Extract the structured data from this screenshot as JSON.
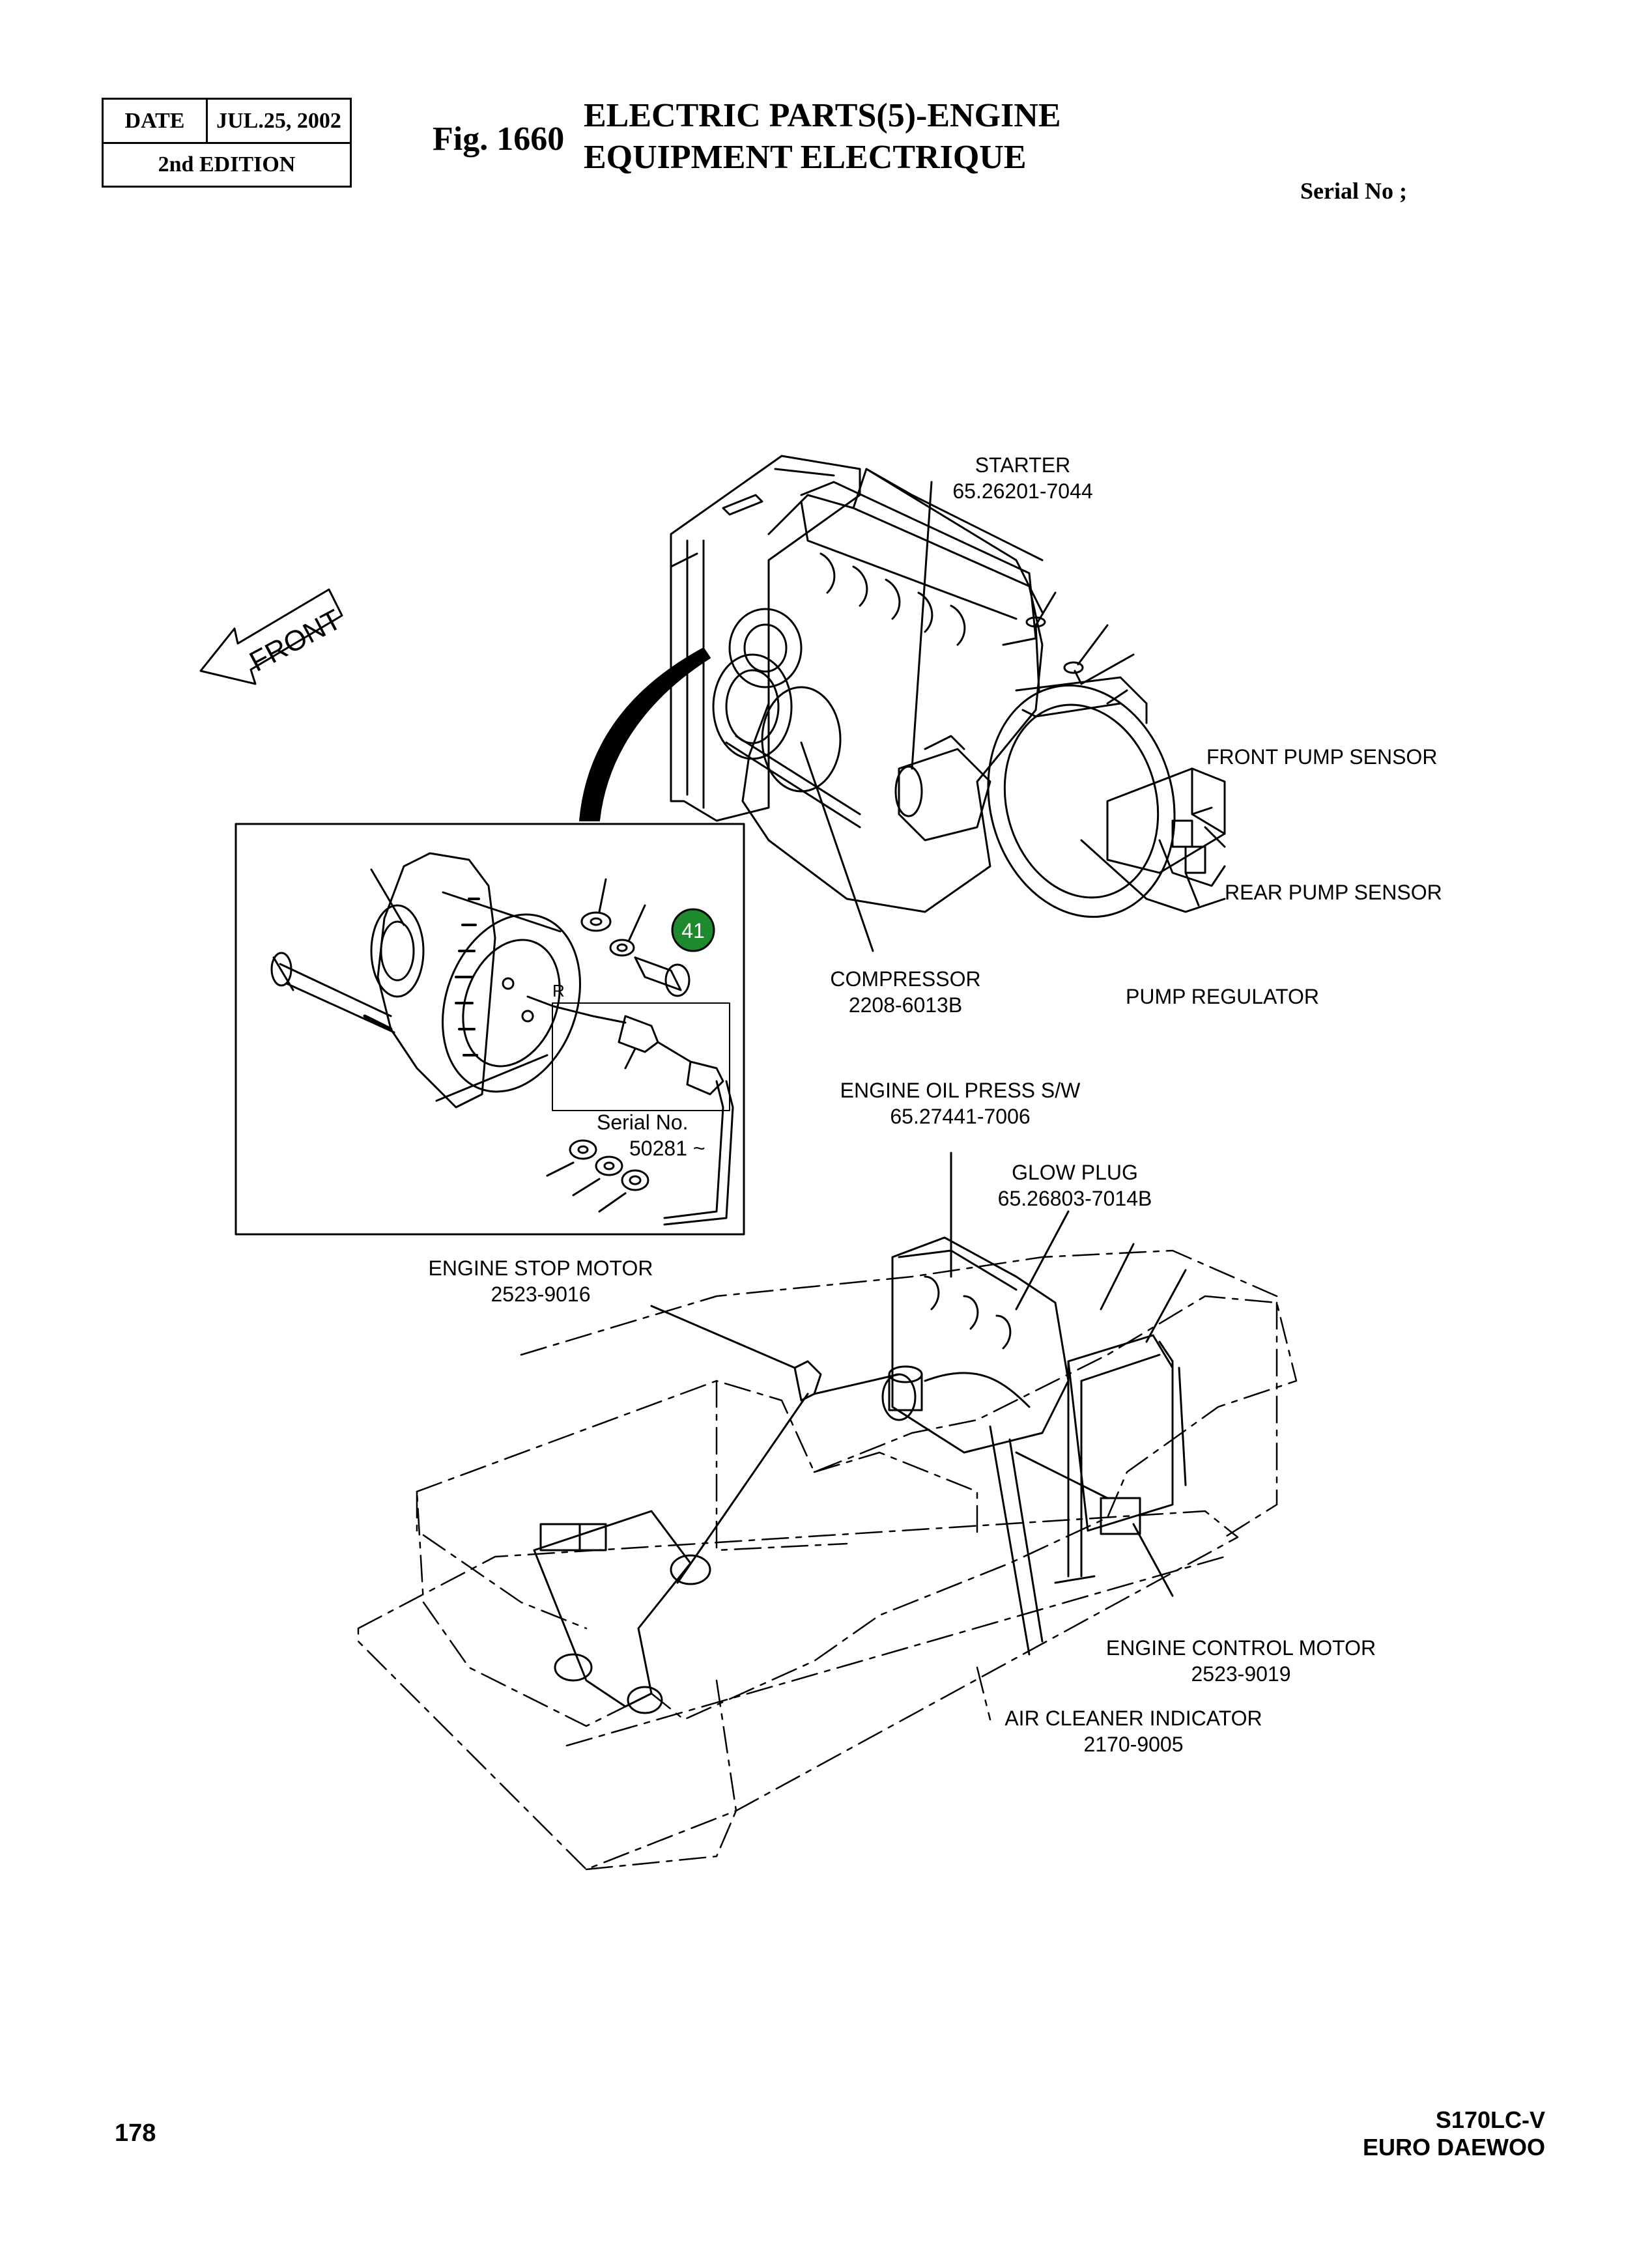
{
  "header": {
    "date_label": "DATE",
    "date_value": "JUL.25, 2002",
    "edition": "2nd  EDITION",
    "fig_number": "Fig. 1660",
    "title_line1": "ELECTRIC PARTS(5)-ENGINE",
    "title_line2": "EQUIPMENT ELECTRIQUE",
    "serial_label": "Serial No ;"
  },
  "arrow_label": "FRONT",
  "callout": {
    "number": "41",
    "color": "#1e8a2e",
    "terminal": "R",
    "serial_line1": "Serial No.",
    "serial_line2": "50281 ~"
  },
  "labels": {
    "starter": {
      "name": "STARTER",
      "part": "65.26201-7044"
    },
    "front_pump_sensor": {
      "name": "FRONT PUMP SENSOR"
    },
    "rear_pump_sensor": {
      "name": "REAR PUMP SENSOR"
    },
    "pump_regulator": {
      "name": "PUMP REGULATOR"
    },
    "compressor": {
      "name": "COMPRESSOR",
      "part": "2208-6013B"
    },
    "engine_oil_press": {
      "name": "ENGINE OIL PRESS S/W",
      "part": "65.27441-7006"
    },
    "glow_plug": {
      "name": "GLOW PLUG",
      "part": "65.26803-7014B"
    },
    "engine_stop_motor": {
      "name": "ENGINE STOP MOTOR",
      "part": "2523-9016"
    },
    "engine_control_motor": {
      "name": "ENGINE CONTROL MOTOR",
      "part": "2523-9019"
    },
    "air_cleaner_indicator": {
      "name": "AIR CLEANER INDICATOR",
      "part": "2170-9005"
    }
  },
  "footer": {
    "page_number": "178",
    "model": "S170LC-V",
    "brand": "EURO DAEWOO"
  }
}
